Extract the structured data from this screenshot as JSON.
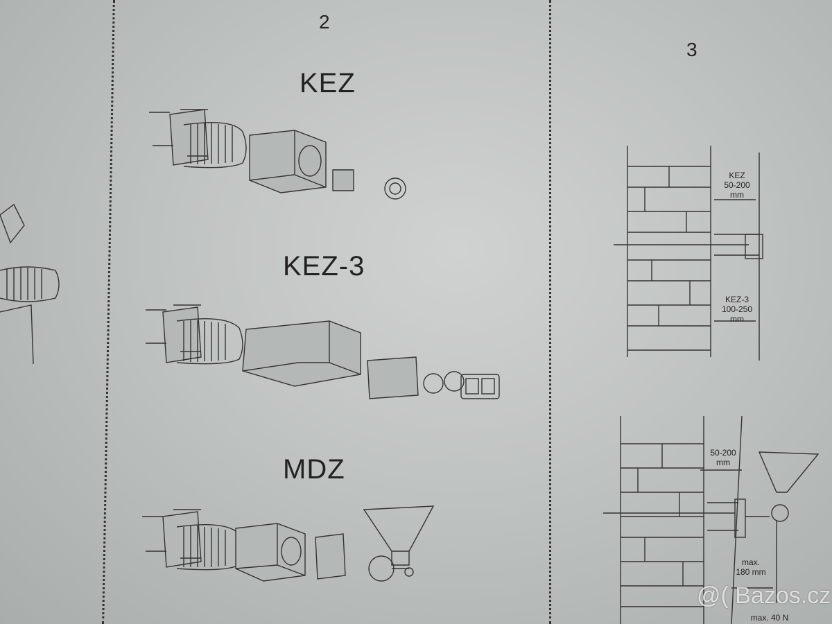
{
  "sections": [
    {
      "number": "2",
      "items": [
        {
          "title": "KEZ"
        },
        {
          "title": "KEZ-3"
        },
        {
          "title": "MDZ"
        }
      ]
    },
    {
      "number": "3",
      "diagram1": {
        "label_a": [
          "KEZ",
          "50-200",
          "mm"
        ],
        "label_b": [
          "KEZ-3",
          "100-250",
          "mm"
        ]
      },
      "diagram2": {
        "label_a": [
          "50-200",
          "mm"
        ],
        "label_b": [
          "max.",
          "180 mm"
        ],
        "label_c": "max. 40 N"
      }
    }
  ],
  "watermark": "@( Bazos.cz"
}
